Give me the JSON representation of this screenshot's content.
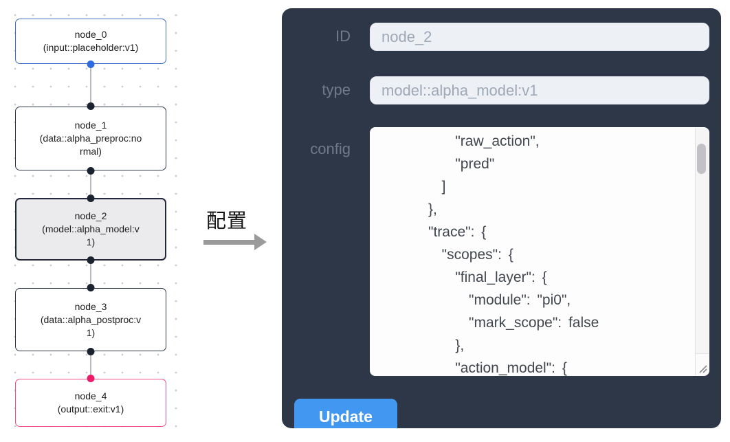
{
  "canvas": {
    "nodes": [
      {
        "title": "node_0",
        "subtitle": "(input::placeholder:v1)",
        "variant": "input"
      },
      {
        "title": "node_1",
        "subtitle": "(data::alpha_preproc:normal)",
        "variant": "default"
      },
      {
        "title": "node_2",
        "subtitle": "(model::alpha_model:v1)",
        "variant": "selected"
      },
      {
        "title": "node_3",
        "subtitle": "(data::alpha_postproc:v1)",
        "variant": "default"
      },
      {
        "title": "node_4",
        "subtitle": "(output::exit:v1)",
        "variant": "output"
      }
    ]
  },
  "transition": {
    "label": "配置"
  },
  "panel": {
    "fields": [
      {
        "label": "ID",
        "value": "node_2"
      },
      {
        "label": "type",
        "value": "model::alpha_model:v1"
      }
    ],
    "config": {
      "label": "config",
      "text": "          \"raw_action\",\n          \"pred\"\n        ]\n      },\n      \"trace\": {\n        \"scopes\": {\n          \"final_layer\": {\n            \"module\": \"pi0\",\n            \"mark_scope\": false\n          },\n          \"action_model\": {"
    },
    "update_label": "Update"
  },
  "colors": {
    "panel_bg": "#2d3748",
    "accent_blue": "#4298f0",
    "input_bg": "#edf0f5",
    "input_text": "#9fa8b6",
    "label_text": "#6f7a8a",
    "node_border_dark": "#2c3547",
    "node_selected_bg": "#ebebed",
    "input_node_blue": "#3a6bc6",
    "output_node_pink": "#ee4d85",
    "port_blue": "#2f6ce0",
    "port_pink": "#ec1c68",
    "port_dark": "#1b2230",
    "edge_gray": "#b6bac1",
    "grid_dot": "#c9ccd2"
  }
}
